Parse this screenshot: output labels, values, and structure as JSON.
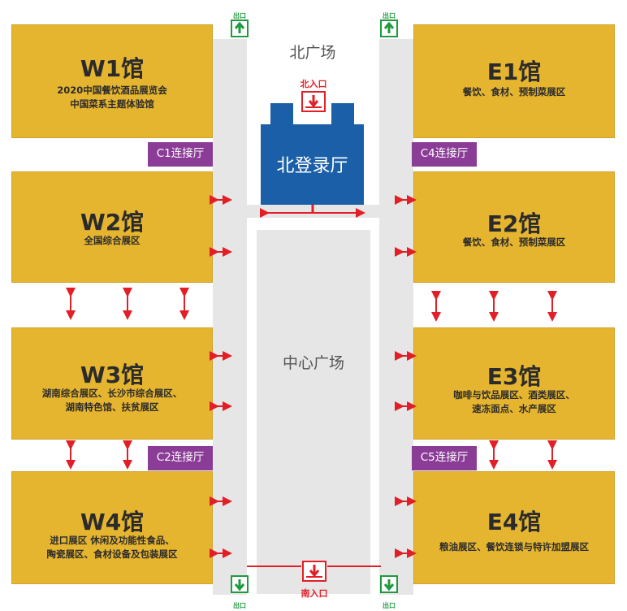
{
  "halls": {
    "w1": {
      "name": "W1馆",
      "lines": [
        "2020中国餐饮酒品展览会",
        "中国菜系主题体验馆"
      ]
    },
    "w2": {
      "name": "W2馆",
      "lines": [
        "全国综合展区"
      ]
    },
    "w3": {
      "name": "W3馆",
      "lines": [
        "湖南综合展区、长沙市综合展区、",
        "湖南特色馆、扶贫展区"
      ]
    },
    "w4": {
      "name": "W4馆",
      "lines": [
        "进口展区 休闲及功能性食品、",
        "陶瓷展区、食材设备及包装展区"
      ]
    },
    "e1": {
      "name": "E1馆",
      "lines": [
        "餐饮、食材、预制菜展区"
      ]
    },
    "e2": {
      "name": "E2馆",
      "lines": [
        "餐饮、食材、预制菜展区"
      ]
    },
    "e3": {
      "name": "E3馆",
      "lines": [
        "咖啡与饮品展区、酒类展区、",
        "速冻面点、水产展区"
      ]
    },
    "e4": {
      "name": "E4馆",
      "lines": [
        "粮油展区、餐饮连锁与特许加盟展区"
      ]
    }
  },
  "connectors": {
    "c1": "C1连接厅",
    "c2": "C2连接厅",
    "c4": "C4连接厅",
    "c5": "C5连接厅"
  },
  "plazas": {
    "north": "北广场",
    "center": "中心广场"
  },
  "lobby": "北登录厅",
  "entrances": {
    "north": "北入口",
    "south": "南入口"
  },
  "exits": {
    "label": "出口"
  },
  "colors": {
    "hall": "#e6b52f",
    "connector": "#8a3c96",
    "lobby": "#1b5fa8",
    "exit": "#1f9a3f",
    "arrow": "#e21f26",
    "corridor": "#e6e6e6"
  }
}
